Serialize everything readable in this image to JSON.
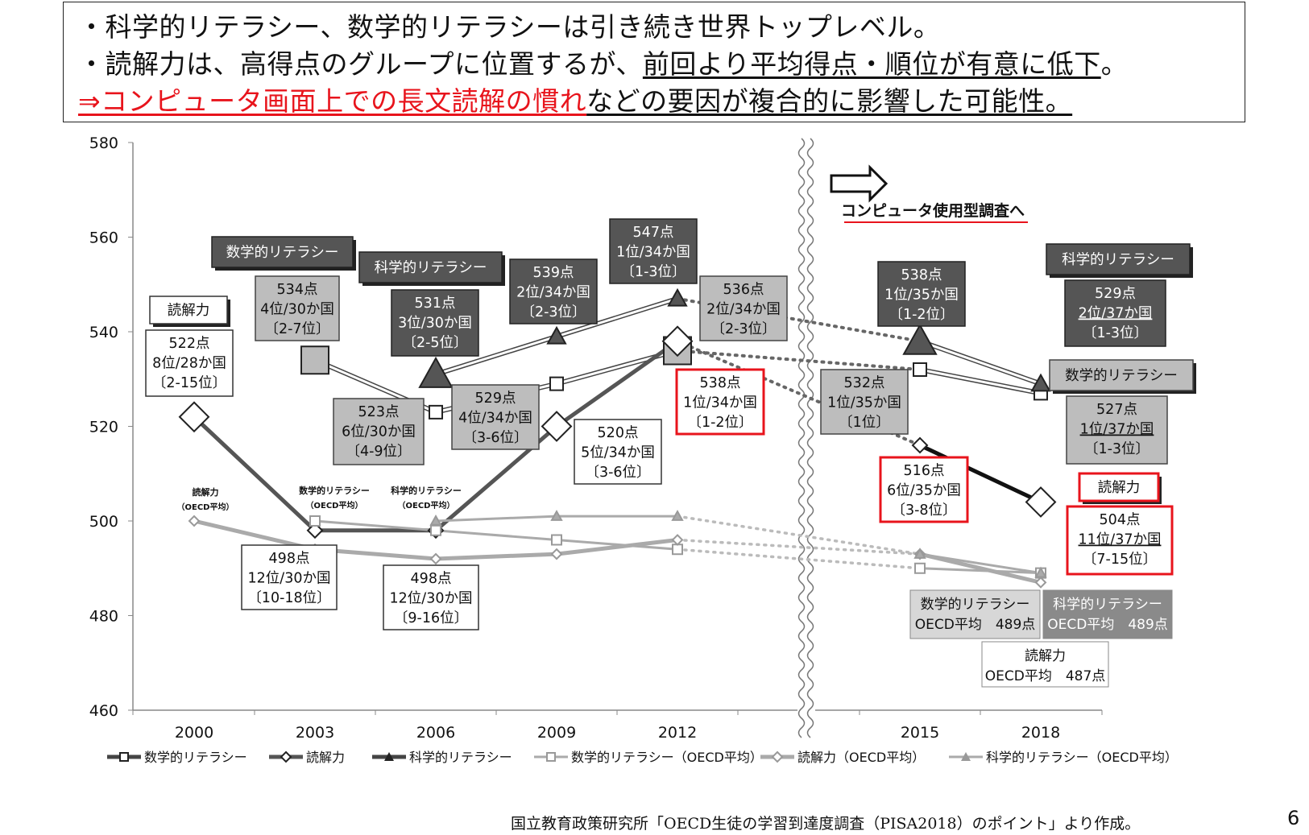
{
  "headline": {
    "line1": "・科学的リテラシー、数学的リテラシーは引き続き世界トップレベル。",
    "line2_a": "・読解力は、高得点のグループに位置するが、",
    "line2_b": "前回より平均得点・順位が有意に低下",
    "line2_c": "。",
    "line3_a": "⇒コンピュータ画面上での長文読解の慣れ",
    "line3_b": "などの要因が複合的に影響した可能性。"
  },
  "colors": {
    "accent_red": "#e8141c",
    "dark_box": "#555555",
    "mid_box": "#bdbdbd"
  },
  "chart_data": {
    "type": "line",
    "x": [
      "2000",
      "2003",
      "2006",
      "2009",
      "2012",
      "2015",
      "2018"
    ],
    "ylim": [
      460,
      580
    ],
    "yticks": [
      460,
      480,
      500,
      520,
      540,
      560,
      580
    ],
    "series": [
      {
        "name": "数学的リテラシー",
        "marker": "square",
        "values": [
          null,
          534,
          523,
          529,
          536,
          532,
          527
        ]
      },
      {
        "name": "読解力",
        "marker": "diamond",
        "values": [
          522,
          498,
          498,
          520,
          538,
          516,
          504
        ]
      },
      {
        "name": "科学的リテラシー",
        "marker": "triangle",
        "values": [
          null,
          null,
          531,
          539,
          547,
          538,
          529
        ]
      },
      {
        "name": "数学的リテラシー（OECD平均）",
        "marker": "square-small",
        "values": [
          null,
          500,
          498,
          496,
          494,
          490,
          489
        ]
      },
      {
        "name": "読解力（OECD平均）",
        "marker": "diamond-small",
        "values": [
          500,
          494,
          492,
          493,
          496,
          493,
          487
        ]
      },
      {
        "name": "科学的リテラシー（OECD平均）",
        "marker": "triangle-small",
        "values": [
          null,
          null,
          500,
          501,
          501,
          493,
          489
        ]
      }
    ],
    "annotations": {
      "mode_change": "コンピュータ使用型調査へ",
      "oecd_reading_2000": [
        "読解力",
        "（OECD平均）"
      ],
      "oecd_math_2003": [
        "数学的リテラシー",
        "（OECD平均）"
      ],
      "oecd_sci_2006": [
        "科学的リテラシー",
        "（OECD平均）"
      ],
      "callouts": [
        {
          "id": "r2000",
          "lines": [
            "522点",
            "8位/28か国",
            "〔2-15位〕"
          ]
        },
        {
          "id": "m2003",
          "lines": [
            "534点",
            "4位/30か国",
            "〔2-7位〕"
          ]
        },
        {
          "id": "r2003",
          "lines": [
            "498点",
            "12位/30か国",
            "〔10-18位〕"
          ]
        },
        {
          "id": "s2006",
          "lines": [
            "531点",
            "3位/30か国",
            "〔2-5位〕"
          ]
        },
        {
          "id": "m2006",
          "lines": [
            "523点",
            "6位/30か国",
            "〔4-9位〕"
          ]
        },
        {
          "id": "r2006",
          "lines": [
            "498点",
            "12位/30か国",
            "〔9-16位〕"
          ]
        },
        {
          "id": "s2009",
          "lines": [
            "539点",
            "2位/34か国",
            "〔2-3位〕"
          ]
        },
        {
          "id": "m2009",
          "lines": [
            "529点",
            "4位/34か国",
            "〔3-6位〕"
          ]
        },
        {
          "id": "r2009",
          "lines": [
            "520点",
            "5位/34か国",
            "〔3-6位〕"
          ]
        },
        {
          "id": "s2012",
          "lines": [
            "547点",
            "1位/34か国",
            "〔1-3位〕"
          ]
        },
        {
          "id": "m2012",
          "lines": [
            "536点",
            "2位/34か国",
            "〔2-3位〕"
          ]
        },
        {
          "id": "r2012",
          "lines": [
            "538点",
            "1位/34か国",
            "〔1-2位〕"
          ]
        },
        {
          "id": "s2015",
          "lines": [
            "538点",
            "1位/35か国",
            "〔1-2位〕"
          ]
        },
        {
          "id": "m2015",
          "lines": [
            "532点",
            "1位/35か国",
            "〔1位〕"
          ]
        },
        {
          "id": "r2015",
          "lines": [
            "516点",
            "6位/35か国",
            "〔3-8位〕"
          ]
        },
        {
          "id": "s2018",
          "lines": [
            "529点",
            "2位/37か国",
            "〔1-3位〕"
          ]
        },
        {
          "id": "m2018",
          "lines": [
            "527点",
            "1位/37か国",
            "〔1-3位〕"
          ]
        },
        {
          "id": "r2018",
          "lines": [
            "504点",
            "11位/37か国",
            "〔7-15位〕"
          ]
        }
      ],
      "labels": {
        "math": "数学的リテラシー",
        "science": "科学的リテラシー",
        "reading": "読解力"
      },
      "oecd_avg_2018": {
        "math": [
          "数学的リテラシー",
          "OECD平均　489点"
        ],
        "science": [
          "科学的リテラシー",
          "OECD平均　489点"
        ],
        "reading": [
          "読解力",
          "OECD平均　487点"
        ]
      }
    }
  },
  "source": "国立教育政策研究所「OECD生徒の学習到達度調査（PISA2018）のポイント」より作成。",
  "page_number": "6"
}
